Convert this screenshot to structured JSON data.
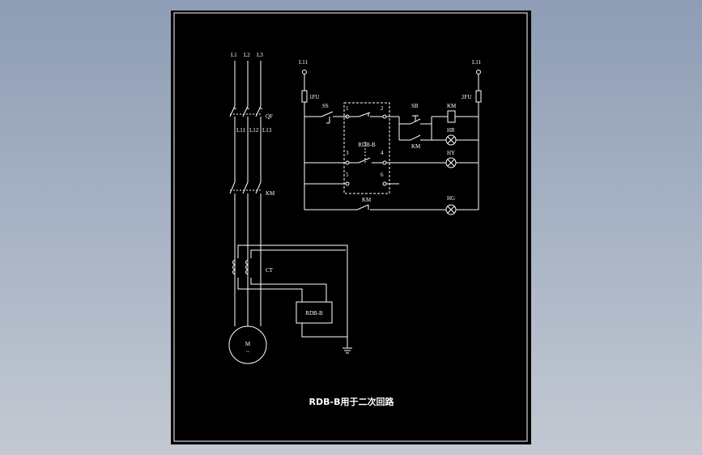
{
  "labels": {
    "l1": "L1",
    "l2": "L2",
    "l3": "L3",
    "qf": "QF",
    "l11": "L11",
    "l12": "L12",
    "l13": "L13",
    "km_main": "KM",
    "ct": "CT",
    "rdb_box": "RDB-B",
    "motor_m": "M",
    "motor_tilde": "~",
    "ctrl_l11_left": "L11",
    "ctrl_l11_right": "L11",
    "fu1": "1FU",
    "fu2": "2FU",
    "ss": "SS",
    "sb": "SB",
    "km_coil": "KM",
    "km_aux": "KM",
    "km_bottom": "KM",
    "relay": "RDB-B",
    "t1": "1",
    "t2": "2",
    "t3": "3",
    "t4": "4",
    "t5": "5",
    "t6": "6",
    "hr": "HR",
    "hy": "HY",
    "hg": "HG"
  },
  "caption": "RDB-B用于二次回路"
}
